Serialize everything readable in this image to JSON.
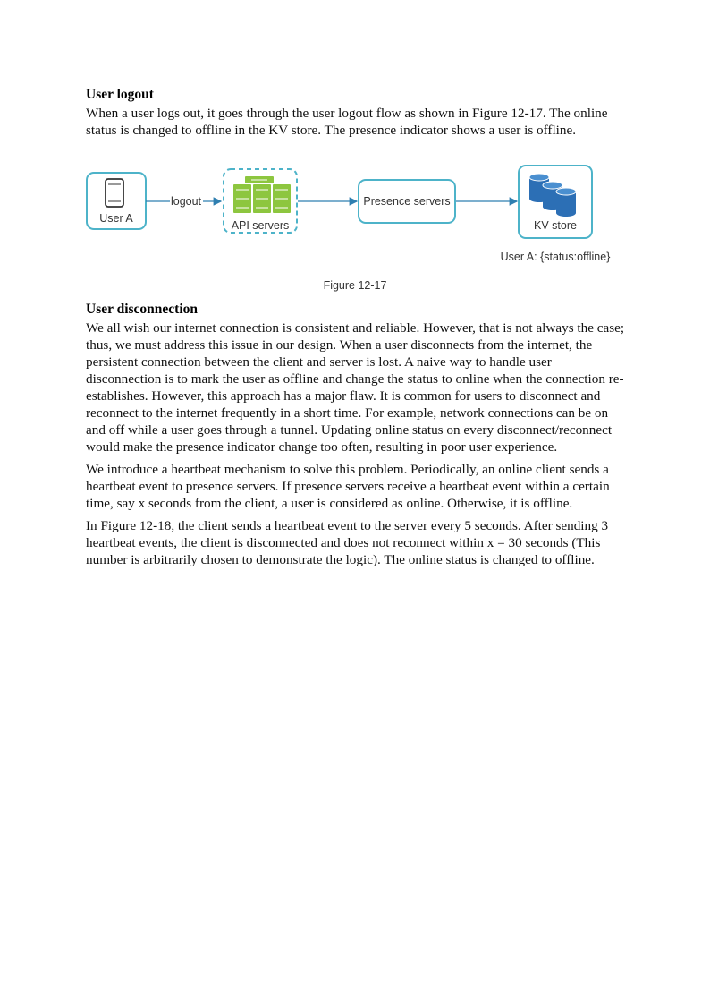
{
  "section1": {
    "heading": "User logout",
    "paragraph": "When a user logs out, it goes through the user logout flow as shown in Figure 12-17. The online status is changed to offline in the KV store. The presence indicator shows a user is offline."
  },
  "diagram": {
    "nodes": {
      "user": "User A",
      "api": "API servers",
      "presence": "Presence servers",
      "kv": "KV store"
    },
    "edge_label": "logout",
    "status_note": "User A: {status:offline}",
    "caption": "Figure 12-17",
    "colors": {
      "box_border": "#4db3c9",
      "server_green": "#8dc63f",
      "db_blue": "#2c6fb5",
      "arrow": "#2f7fb0"
    }
  },
  "section2": {
    "heading": "User disconnection",
    "paragraphs": [
      "We all wish our internet connection is consistent and reliable. However, that is not always the case; thus, we must address this issue in our design. When a user disconnects from the internet, the persistent connection between the client and server is lost. A naive way to handle user disconnection is to mark the user as offline and change the status to online when the connection re-establishes. However, this approach has a major flaw. It is common for users to disconnect and reconnect to the internet frequently in a short time. For example, network connections can be on and off while a user goes through a tunnel. Updating online status on every disconnect/reconnect would make the presence indicator change too often, resulting in poor user experience.",
      "We introduce a heartbeat mechanism to solve this problem. Periodically, an online client sends a heartbeat event to presence servers. If presence servers receive a heartbeat event within a certain time, say x seconds from the client, a user is considered as online. Otherwise, it is offline.",
      "In Figure 12-18, the client sends a heartbeat event to the server every 5 seconds. After sending 3 heartbeat events, the client is disconnected and does not reconnect within  x = 30 seconds (This number is arbitrarily chosen to demonstrate the logic). The online status is changed to offline."
    ]
  }
}
